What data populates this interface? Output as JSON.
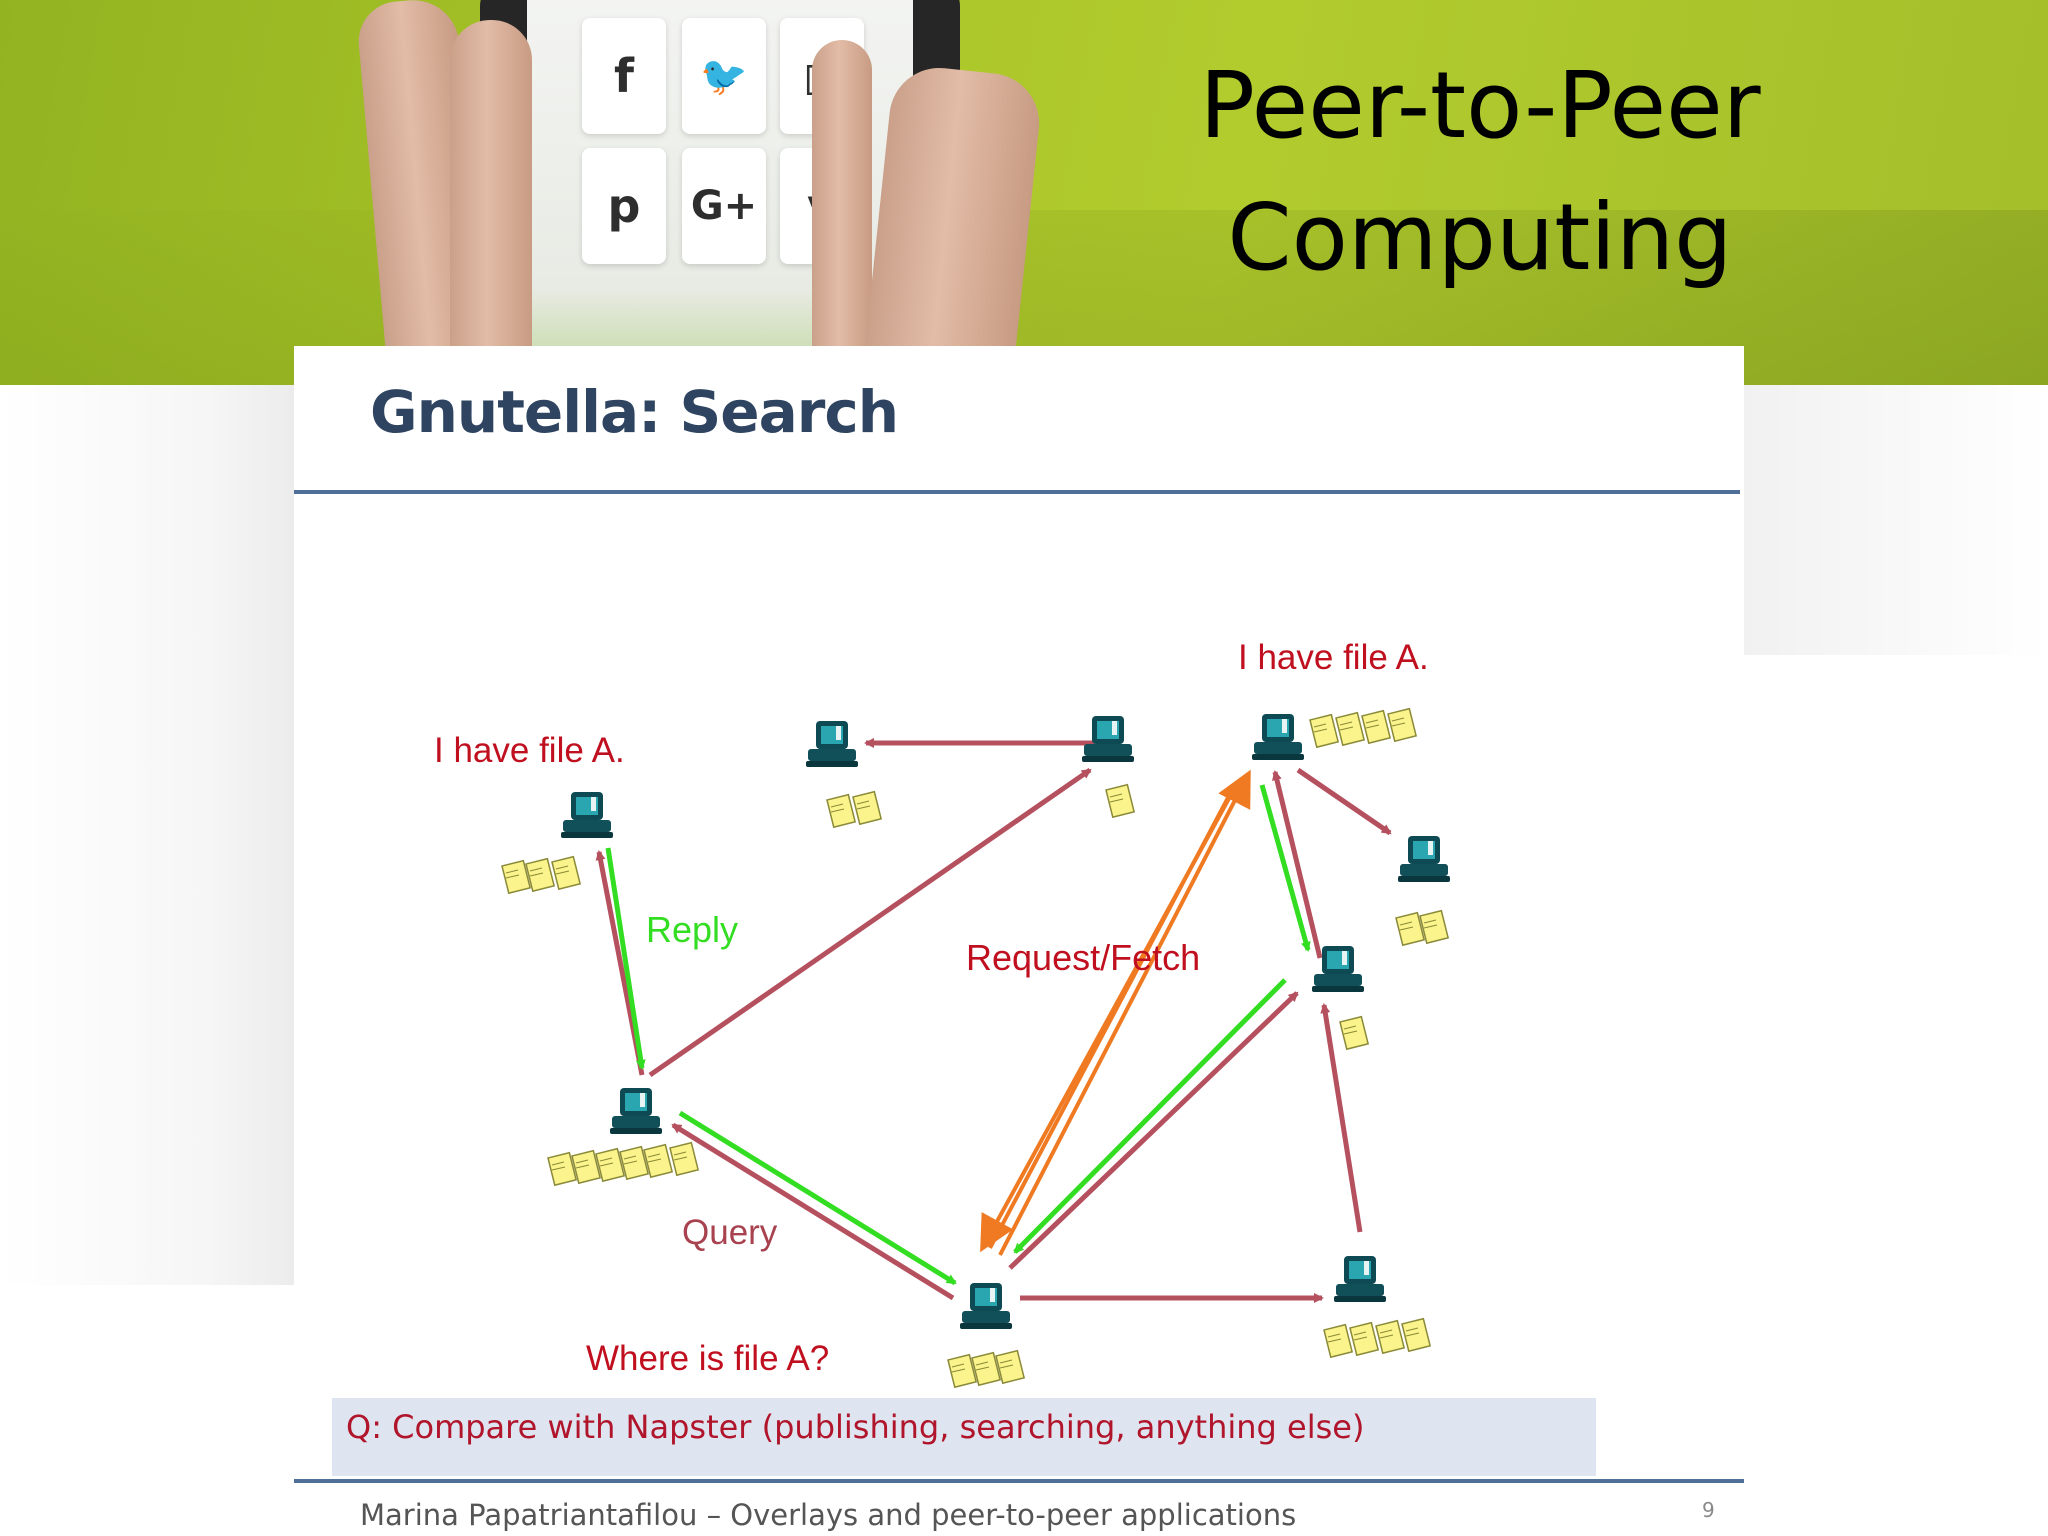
{
  "header": {
    "title": "Peer-to-Peer Computing",
    "tiles": [
      {
        "icon": "facebook-icon",
        "glyph": "f"
      },
      {
        "icon": "twitter-icon",
        "glyph": "🐦"
      },
      {
        "icon": "instagram-icon",
        "glyph": "◻"
      },
      {
        "icon": "pinterest-icon",
        "glyph": "p"
      },
      {
        "icon": "google-plus-icon",
        "glyph": "G+"
      },
      {
        "icon": "vine-icon",
        "glyph": "v"
      }
    ]
  },
  "slide": {
    "title": "Gnutella: Search",
    "labels": {
      "have_left": "I have file A.",
      "have_right": "I have file A.",
      "reply": "Reply",
      "request": "Request/Fetch",
      "query": "Query",
      "where": "Where is file A?"
    },
    "question": "Q: Compare with Napster (publishing, searching, anything else)",
    "footer": "Marina Papatriantafilou  –  Overlays and peer-to-peer applications",
    "page_number": "9"
  },
  "colors": {
    "banner": "#a9c428",
    "query_arrow": "#b5505f",
    "reply_arrow": "#33dd22",
    "fetch_arrow": "#f07a22",
    "label_red": "#c0101f",
    "label_query": "#a8424f",
    "title_blue": "#2f4461"
  }
}
